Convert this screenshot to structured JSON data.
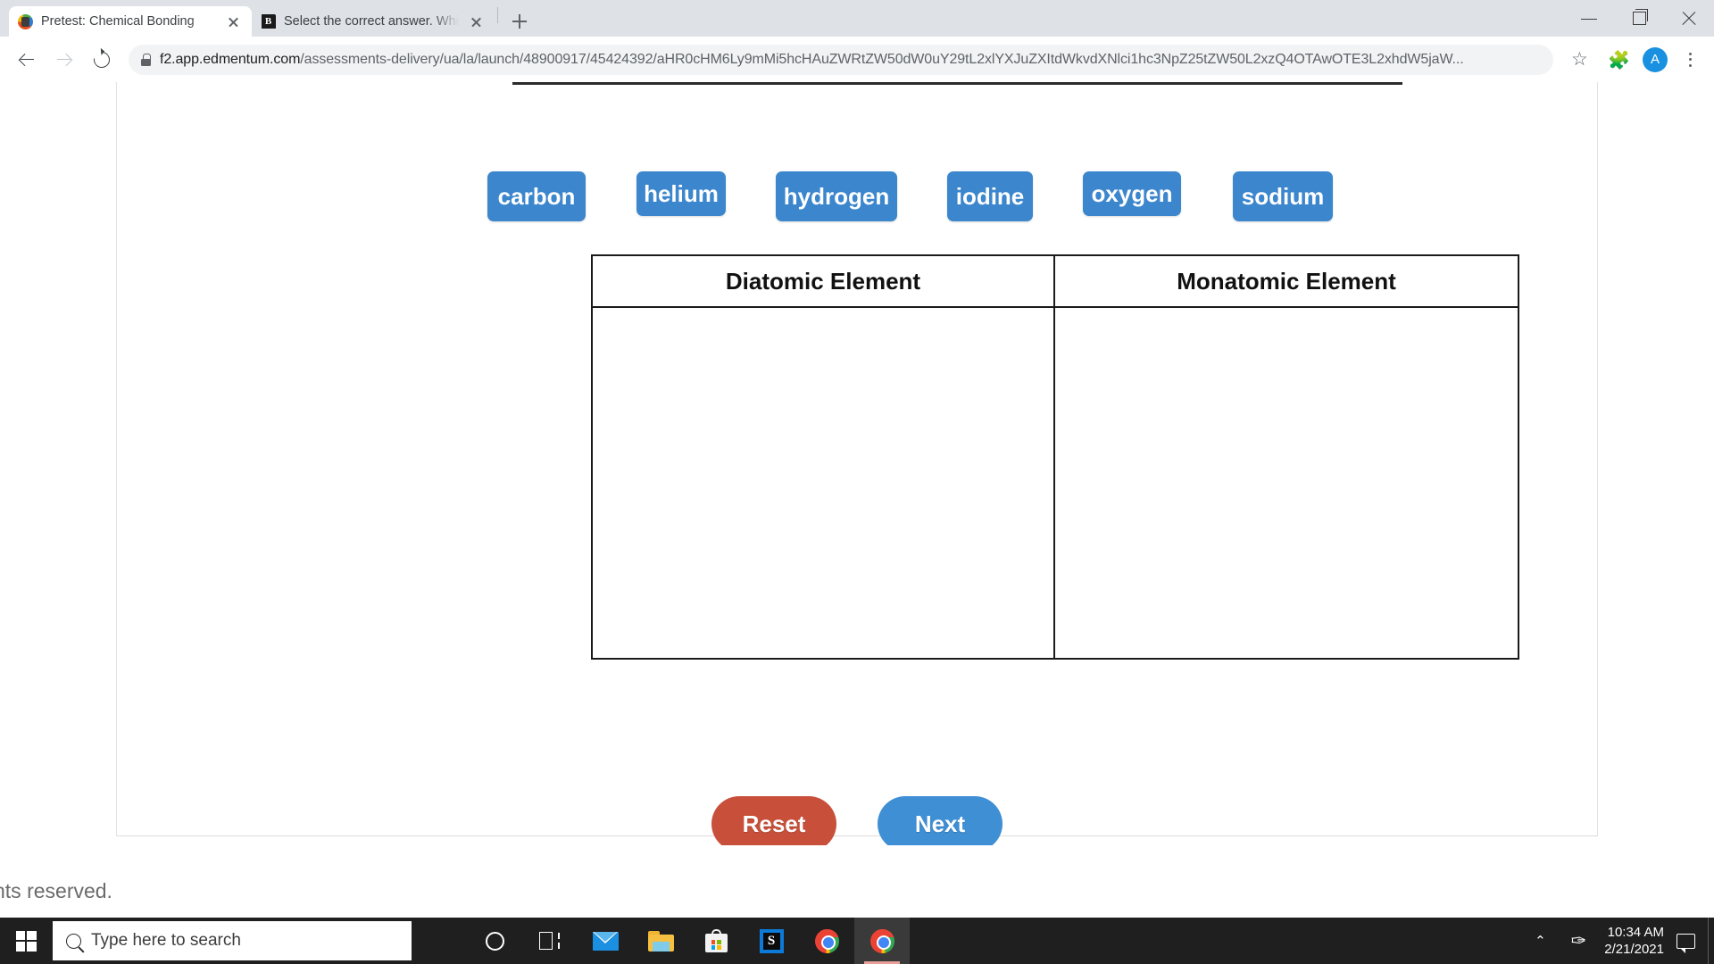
{
  "browser": {
    "tabs": [
      {
        "title": "Pretest: Chemical Bonding",
        "favicon": "edmentum-icon",
        "active": true
      },
      {
        "title": "Select the correct answer. Which",
        "favicon": "brainly-b-icon",
        "active": false
      }
    ],
    "newtab_label": "+",
    "window_controls": {
      "minimize": "minimize-icon",
      "maximize": "maximize-icon",
      "close": "close-icon"
    },
    "toolbar": {
      "back": "back-arrow-icon",
      "forward": "forward-arrow-icon",
      "reload": "reload-icon",
      "lock": "lock-icon",
      "url_host": "f2.app.edmentum.com",
      "url_path": "/assessments-delivery/ua/la/launch/48900917/45424392/aHR0cHM6Ly9mMi5hcHAuZWRtZW50dW0uY29tL2xlYXJuZXItdWkvdXNlci1hc3NpZ25tZW50LzQ4OTA4L2xhdhW5ja...",
      "url_display": "f2.app.edmentum.com/assessments-delivery/ua/la/launch/48900917/45424392/aHR0cHM6Ly9mMi5hcHAuZWRtZW50dW0uY29tL2xlYXJuZXItdWkvdXNlci1hc3NpZ25tZW50L2xzQ4OTAwOTE3L2xhdW5jaW5...",
      "bookmark_star": "☆",
      "extensions": "🧩",
      "avatar_letter": "A",
      "menu": "kebab-menu-icon"
    }
  },
  "assessment": {
    "draggable_items": [
      {
        "label": "carbon",
        "width": 110,
        "height": 56
      },
      {
        "label": "helium",
        "width": 100,
        "height": 50
      },
      {
        "label": "hydrogen",
        "width": 136,
        "height": 56
      },
      {
        "label": "iodine",
        "width": 96,
        "height": 56
      },
      {
        "label": "oxygen",
        "width": 110,
        "height": 50
      },
      {
        "label": "sodium",
        "width": 112,
        "height": 56
      }
    ],
    "chip_gaps": [
      57,
      56,
      56,
      56,
      58
    ],
    "drop_table": {
      "columns": [
        {
          "header": "Diatomic Element",
          "items": []
        },
        {
          "header": "Monatomic Element",
          "items": []
        }
      ]
    },
    "buttons": {
      "reset": "Reset",
      "next": "Next"
    },
    "footer_text": "hts reserved.",
    "colors": {
      "chip": "#3b86cd",
      "reset": "#c8503a",
      "next": "#3f8fd4",
      "table_border": "#1a1a1a"
    }
  },
  "taskbar": {
    "start": "windows-start-icon",
    "search_placeholder": "Type here to search",
    "search_icon": "search-icon",
    "items": [
      {
        "name": "cortana-icon",
        "label": "Cortana"
      },
      {
        "name": "task-view-icon",
        "label": "Task View"
      },
      {
        "name": "mail-icon",
        "label": "Mail"
      },
      {
        "name": "file-explorer-icon",
        "label": "File Explorer"
      },
      {
        "name": "microsoft-store-icon",
        "label": "Microsoft Store"
      },
      {
        "name": "s-app-icon",
        "label": "S"
      },
      {
        "name": "chrome-icon",
        "label": "Google Chrome"
      },
      {
        "name": "chrome-active-icon",
        "label": "Google Chrome"
      }
    ],
    "tray": {
      "chevron": "⌃",
      "pen_icon": "pen-ink-icon",
      "time": "10:34 AM",
      "date": "2/21/2021",
      "notifications": "notification-icon"
    }
  }
}
